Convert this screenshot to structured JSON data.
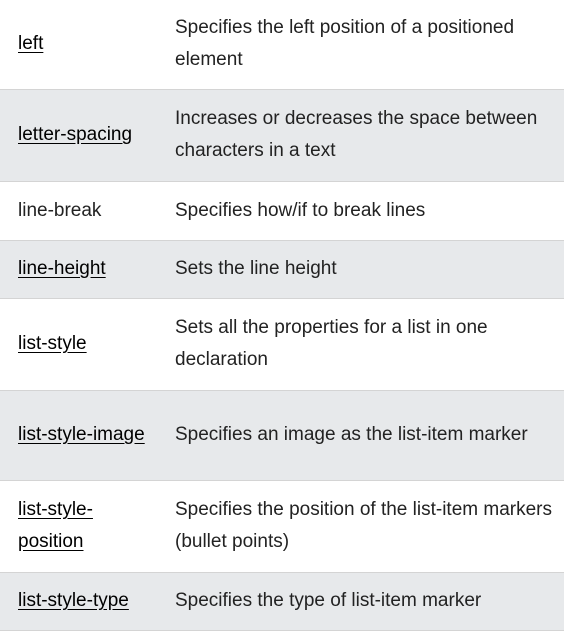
{
  "rows": [
    {
      "property": "left",
      "linked": true,
      "description": "Specifies the left position of a positioned element"
    },
    {
      "property": "letter-spacing",
      "linked": true,
      "description": "Increases or decreases the space between characters in a text"
    },
    {
      "property": "line-break",
      "linked": false,
      "description": "Specifies how/if to break lines"
    },
    {
      "property": "line-height",
      "linked": true,
      "description": "Sets the line height"
    },
    {
      "property": "list-style",
      "linked": true,
      "description": "Sets all the properties for a list in one declaration"
    },
    {
      "property": "list-style-image",
      "linked": true,
      "description": "Specifies an image as the list-item marker"
    },
    {
      "property": "list-style-position",
      "linked": true,
      "description": "Specifies the position of the list-item markers (bullet points)"
    },
    {
      "property": "list-style-type",
      "linked": true,
      "description": "Specifies the type of list-item marker"
    }
  ]
}
